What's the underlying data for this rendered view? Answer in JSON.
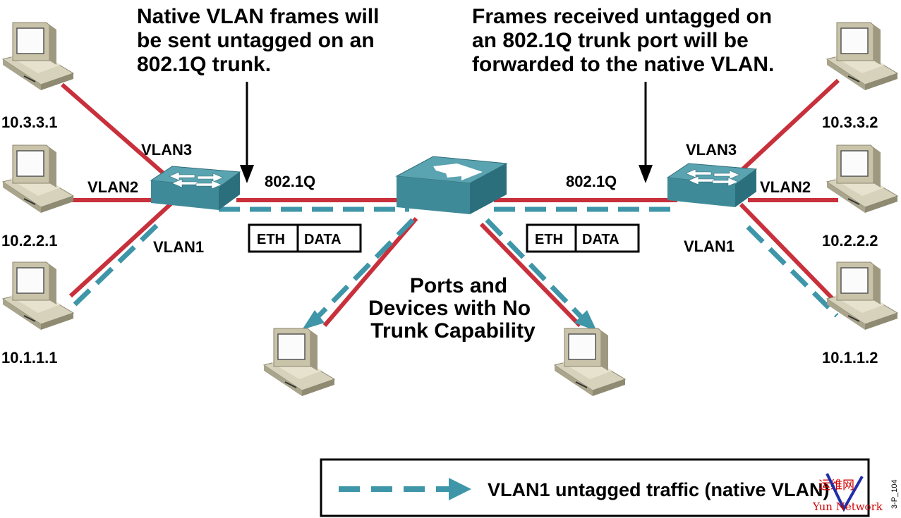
{
  "callouts": {
    "left": [
      "Native VLAN frames will",
      "be sent untagged on an",
      "802.1Q trunk."
    ],
    "right": [
      "Frames received untagged on",
      "an 802.1Q trunk port will be",
      "forwarded to the native VLAN."
    ]
  },
  "trunk_label": "802.1Q",
  "vlan_labels": {
    "vlan3": "VLAN3",
    "vlan2": "VLAN2",
    "vlan1": "VLAN1"
  },
  "hosts_left": [
    "10.3.3.1",
    "10.2.2.1",
    "10.1.1.1"
  ],
  "hosts_right": [
    "10.3.3.2",
    "10.2.2.2",
    "10.1.1.2"
  ],
  "frame": {
    "eth": "ETH",
    "data": "DATA"
  },
  "center_note": [
    "Ports and",
    "Devices with No",
    "Trunk Capability"
  ],
  "legend": {
    "text": "VLAN1 untagged traffic (native VLAN)"
  },
  "figure_id": "3-P_104",
  "watermark": {
    "cn": "运维网",
    "en": "Yun Network"
  },
  "colors": {
    "vlan_link": "#c8303c",
    "native_dashed": "#3e96a8",
    "switch_top": "#5aa3b0",
    "pc_body": "#cfcab3"
  }
}
